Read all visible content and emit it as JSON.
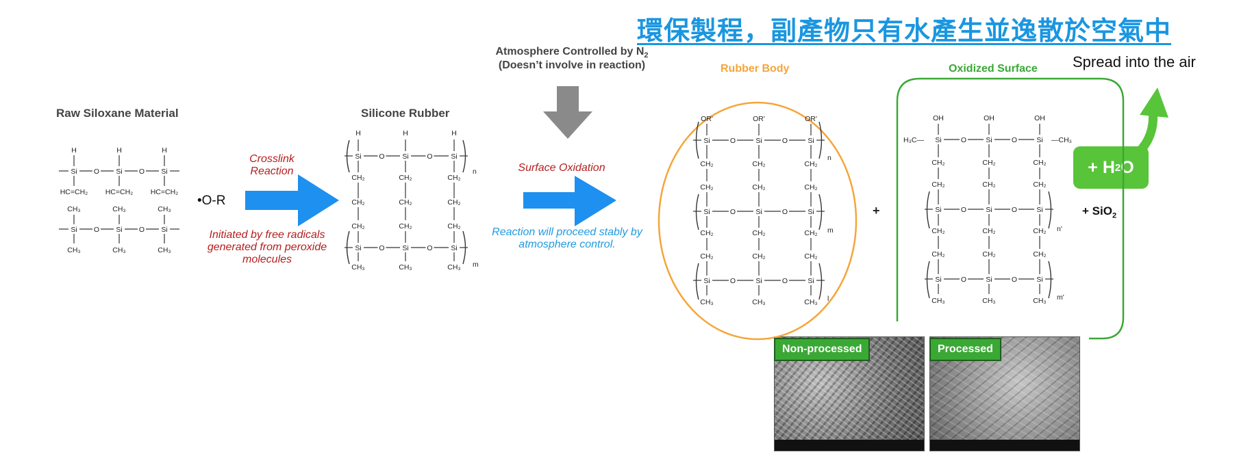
{
  "banner_text": "環保製程，副產物只有水產生並逸散於空氣中",
  "spread_label": "Spread into the air",
  "atmosphere": {
    "line1": "Atmosphere Controlled by N",
    "line1_sub": "2",
    "line2": "(Doesn’t involve in reaction)"
  },
  "stages": {
    "raw": {
      "title": "Raw Siloxane Material"
    },
    "radical": {
      "label": "•O-R"
    },
    "crosslink": {
      "step_label": "Crosslink Reaction",
      "note": "Initiated by free radicals generated from peroxide molecules"
    },
    "silicone": {
      "title": "Silicone Rubber"
    },
    "oxidation": {
      "step_label": "Surface Oxidation",
      "note": "Reaction will proceed stably by atmosphere control."
    },
    "rubber_body": {
      "title": "Rubber Body"
    },
    "oxidized_surface": {
      "title": "Oxidized Surface"
    },
    "plus_sign": "+",
    "water": {
      "label": "+ H",
      "sub": "2",
      "suffix": "O"
    },
    "silica": {
      "label": "+ SiO",
      "sub": "2"
    }
  },
  "sem_images": {
    "non_processed": "Non-processed",
    "processed": "Processed"
  },
  "colors": {
    "accent_blue": "#1e9be0",
    "arrow_blue": "#1e90ef",
    "orange": "#f5a53a",
    "green": "#3aa835",
    "red_text": "#b41e1e",
    "gray_arrow": "#8a8a8a"
  }
}
